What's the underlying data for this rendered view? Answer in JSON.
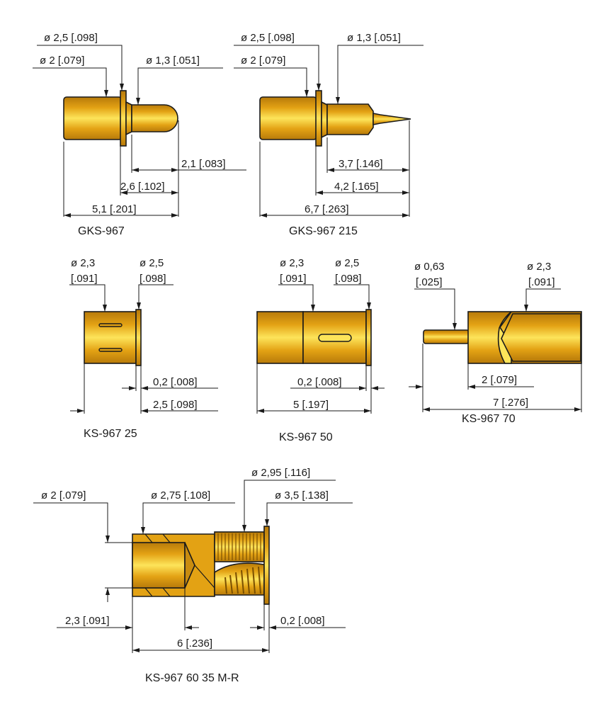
{
  "colors": {
    "gold_dark": "#b77a0a",
    "gold_mid": "#e3a214",
    "gold_light": "#fde45a",
    "line": "#1a1a1a",
    "background": "#ffffff"
  },
  "parts": [
    {
      "name": "GKS-967",
      "dims": {
        "dia_flange": "ø 2,5 [.098]",
        "dia_body": "ø 2 [.079]",
        "dia_plunger": "ø 1,3 [.051]",
        "len_plunger": "2,1 [.083]",
        "len_flange_tip": "2,6 [.102]",
        "len_total": "5,1 [.201]"
      }
    },
    {
      "name": "GKS-967 215",
      "dims": {
        "dia_flange": "ø 2,5 [.098]",
        "dia_body": "ø 2 [.079]",
        "dia_plunger": "ø 1,3 [.051]",
        "len_plunger": "3,7 [.146]",
        "len_flange_tip": "4,2 [.165]",
        "len_total": "6,7 [.263]"
      }
    },
    {
      "name": "KS-967 25",
      "dims": {
        "dia_body_1": "ø 2,3",
        "dia_body_2": "[.091]",
        "dia_flange_1": "ø 2,5",
        "dia_flange_2": "[.098]",
        "flange": "0,2 [.008]",
        "len_total": "2,5 [.098]"
      }
    },
    {
      "name": "KS-967 50",
      "dims": {
        "dia_body_1": "ø 2,3",
        "dia_body_2": "[.091]",
        "dia_flange_1": "ø 2,5",
        "dia_flange_2": "[.098]",
        "flange": "0,2 [.008]",
        "len_total": "5 [.197]"
      }
    },
    {
      "name": "KS-967 70",
      "dims": {
        "dia_pin_1": "ø 0,63",
        "dia_pin_2": "[.025]",
        "dia_body_1": "ø 2,3",
        "dia_body_2": "[.091]",
        "len_pin": "2 [.079]",
        "len_total": "7 [.276]"
      }
    },
    {
      "name": "KS-967 60 35 M-R",
      "dims": {
        "dia_bore": "ø 2 [.079]",
        "dia_body": "ø 2,75 [.108]",
        "dia_knurl": "ø 2,95 [.116]",
        "dia_flange": "ø 3,5 [.138]",
        "len_bore": "2,3 [.091]",
        "flange": "0,2 [.008]",
        "len_total": "6 [.236]"
      }
    }
  ]
}
